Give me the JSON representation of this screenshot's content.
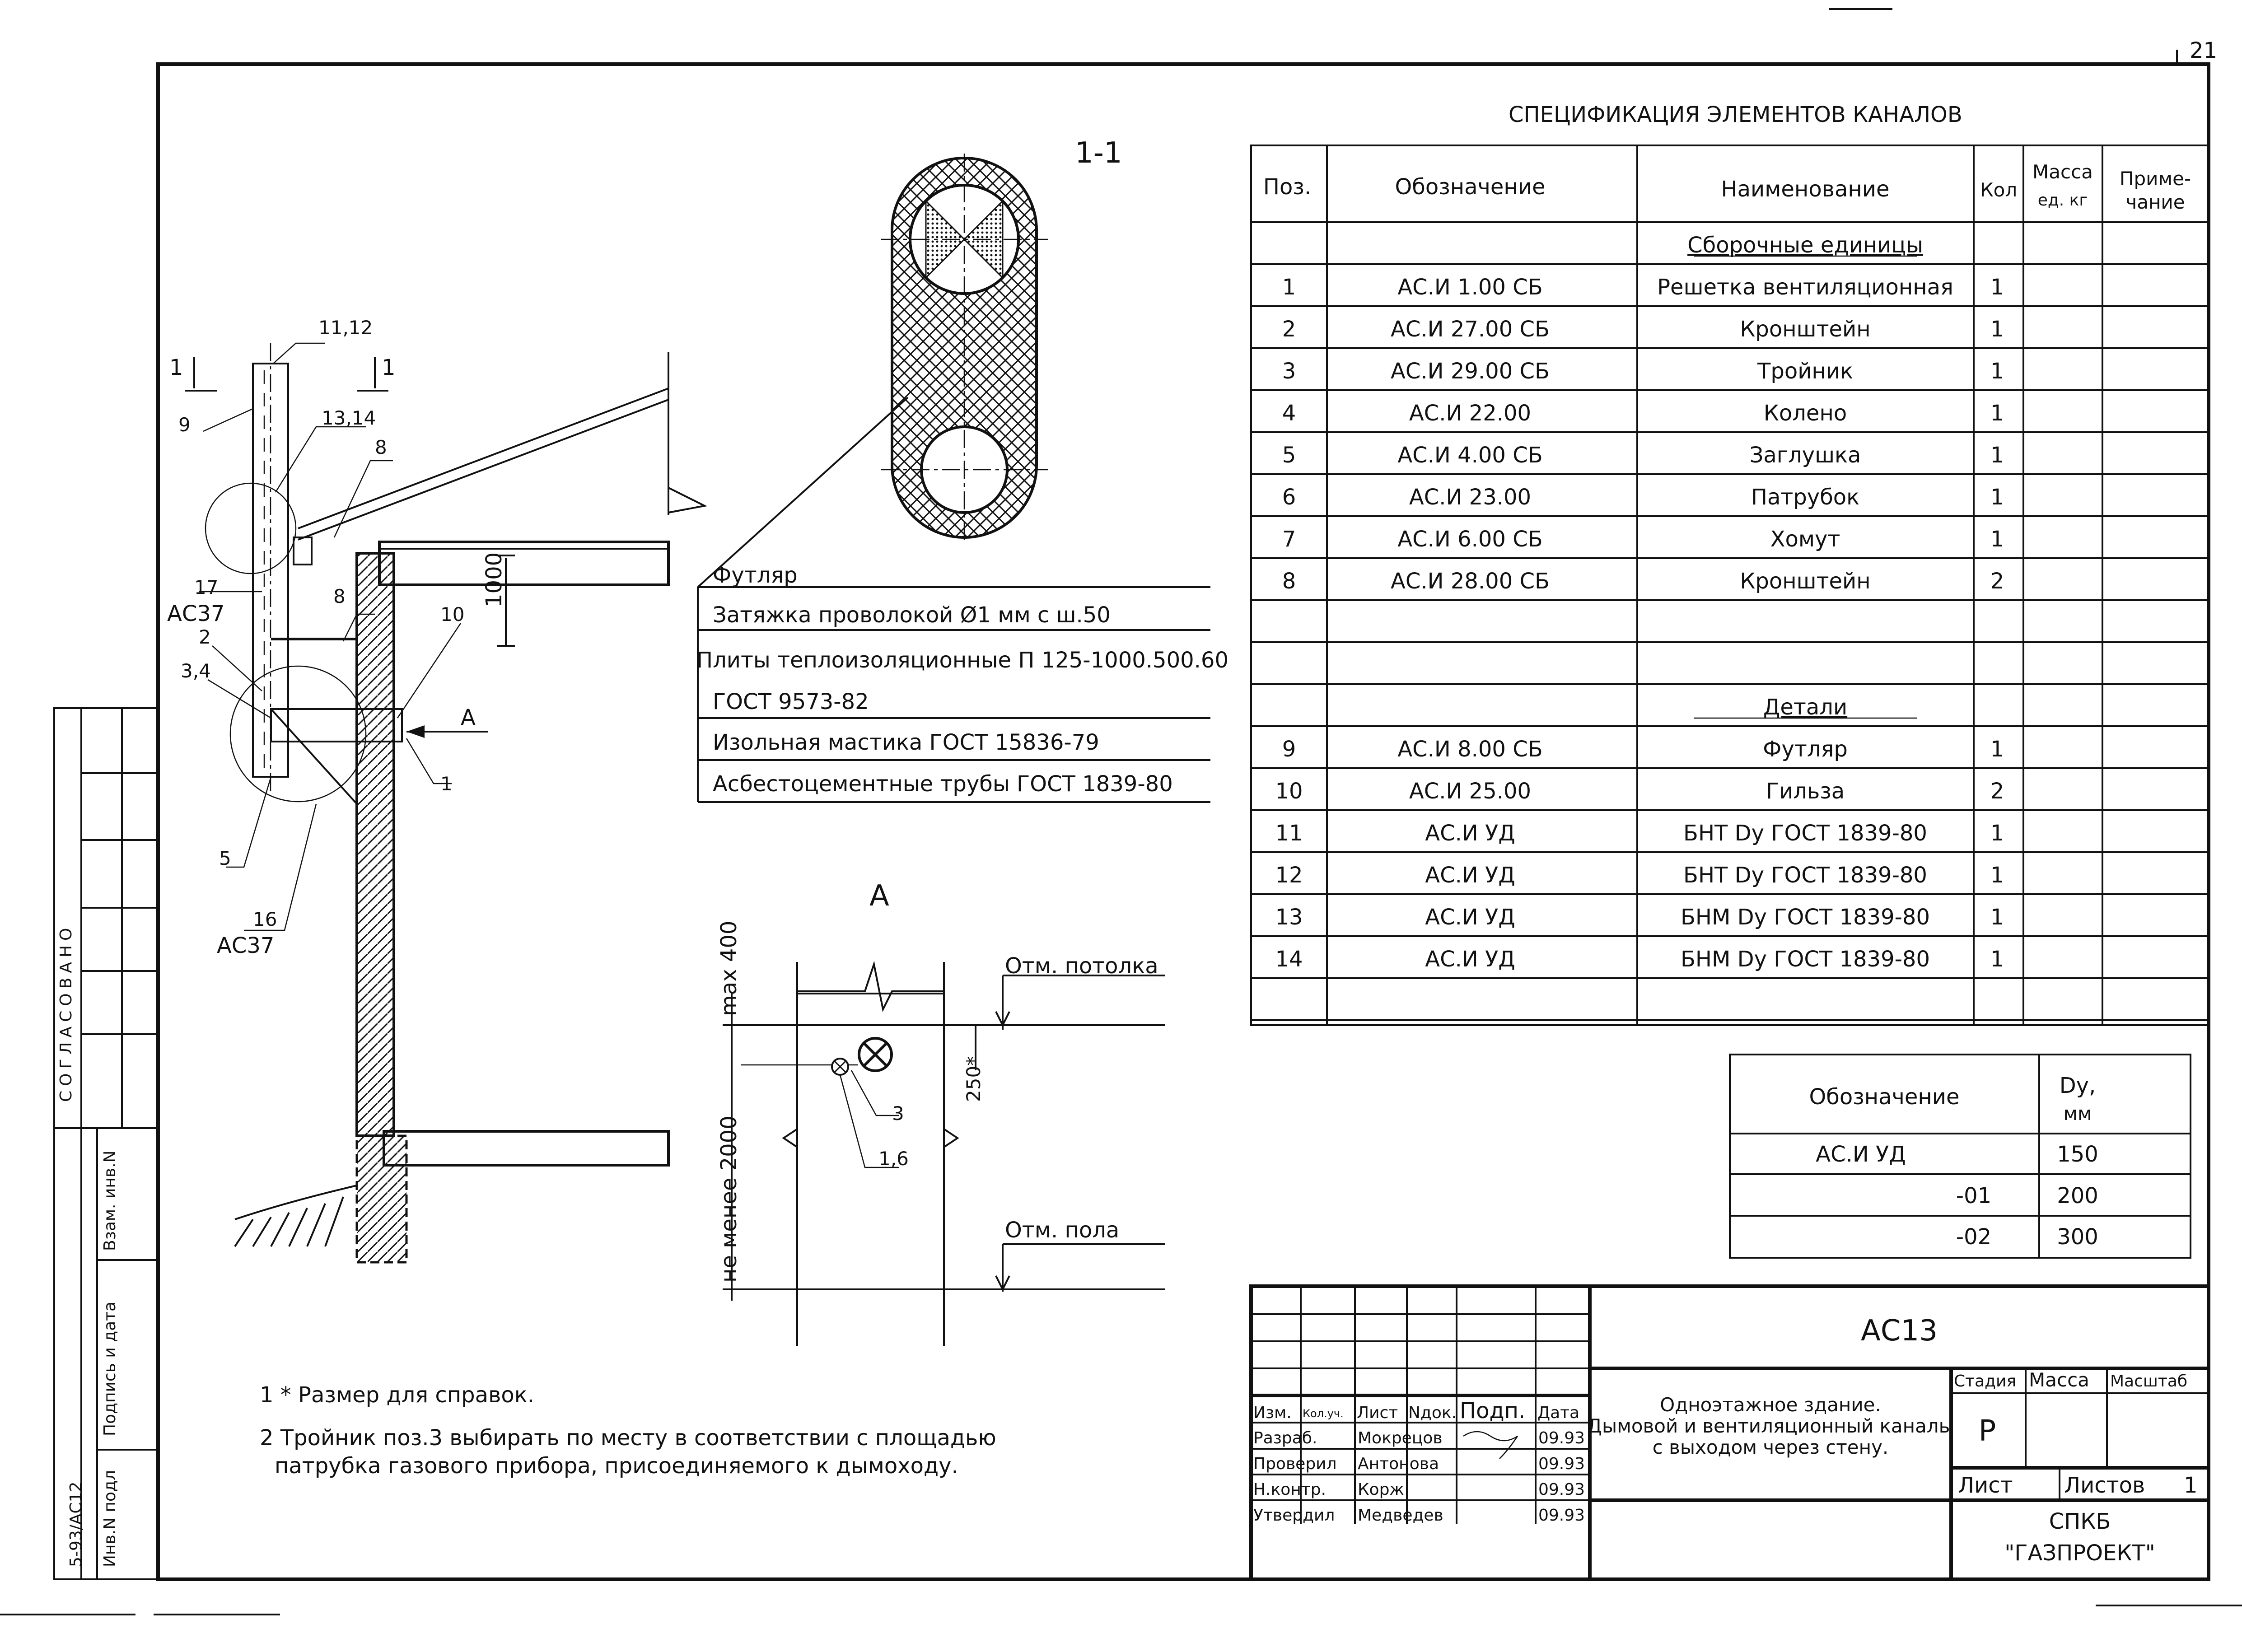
{
  "page_number": "21",
  "spec": {
    "title": "СПЕЦИФИКАЦИЯ ЭЛЕМЕНТОВ КАНАЛОВ",
    "headers": {
      "pos": "Поз.",
      "designation": "Обозначение",
      "name": "Наименование",
      "qty": "Кол",
      "mass_1": "Масса",
      "mass_2": "ед. кг",
      "note_1": "Приме-",
      "note_2": "чание"
    },
    "section_assemblies": "Сборочные единицы",
    "section_parts": "Детали",
    "assemblies": [
      {
        "pos": "1",
        "designation": "АС.И 1.00 СБ",
        "name": "Решетка вентиляционная",
        "qty": "1"
      },
      {
        "pos": "2",
        "designation": "АС.И 27.00 СБ",
        "name": "Кронштейн",
        "qty": "1"
      },
      {
        "pos": "3",
        "designation": "АС.И 29.00 СБ",
        "name": "Тройник",
        "qty": "1"
      },
      {
        "pos": "4",
        "designation": "АС.И 22.00",
        "name": "Колено",
        "qty": "1"
      },
      {
        "pos": "5",
        "designation": "АС.И 4.00 СБ",
        "name": "Заглушка",
        "qty": "1"
      },
      {
        "pos": "6",
        "designation": "АС.И 23.00",
        "name": "Патрубок",
        "qty": "1"
      },
      {
        "pos": "7",
        "designation": "АС.И 6.00 СБ",
        "name": "Хомут",
        "qty": "1"
      },
      {
        "pos": "8",
        "designation": "АС.И 28.00 СБ",
        "name": "Кронштейн",
        "qty": "2"
      }
    ],
    "parts": [
      {
        "pos": "9",
        "designation": "АС.И 8.00 СБ",
        "name": "Футляр",
        "qty": "1"
      },
      {
        "pos": "10",
        "designation": "АС.И 25.00",
        "name": "Гильза",
        "qty": "2"
      },
      {
        "pos": "11",
        "designation": "АС.И УД",
        "name": "БНТ Dу ГОСТ 1839-80",
        "qty": "1"
      },
      {
        "pos": "12",
        "designation": "АС.И УД",
        "name": "БНТ Dу ГОСТ 1839-80",
        "qty": "1"
      },
      {
        "pos": "13",
        "designation": "АС.И УД",
        "name": "БНМ Dу ГОСТ 1839-80",
        "qty": "1"
      },
      {
        "pos": "14",
        "designation": "АС.И УД",
        "name": "БНМ Dу ГОСТ 1839-80",
        "qty": "1"
      }
    ]
  },
  "dn_table": {
    "header_designation": "Обозначение",
    "header_dn_1": "Dу,",
    "header_dn_2": "мм",
    "rows": [
      {
        "designation": "АС.И УД",
        "dn": "150"
      },
      {
        "designation": "-01",
        "dn": "200"
      },
      {
        "designation": "-02",
        "dn": "300"
      }
    ]
  },
  "section": {
    "title": "1-1",
    "materials": [
      "Футляр",
      "Затяжка проволокой Ø1 мм с ш.50",
      "Плиты теплоизоляционные П 125-1000.500.60",
      "ГОСТ 9573-82",
      "Изольная мастика ГОСТ 15836-79",
      "Асбестоцементные трубы ГОСТ 1839-80"
    ]
  },
  "view_a": {
    "title": "А",
    "ceiling": "Отм. потолка",
    "floor": "Отм. пола",
    "dim_max": "max 400",
    "dim_min": "не менее 2000",
    "dim_250": "250*",
    "label_3": "3",
    "label_16": "1,6"
  },
  "elevation": {
    "cut_left": "1",
    "cut_right": "1",
    "labels": {
      "l1112": "11,12",
      "l1314": "13,14",
      "l9": "9",
      "l8a": "8",
      "l8b": "8",
      "l17": "17",
      "ac37a": "АС37",
      "l2": "2",
      "l34": "3,4",
      "l10": "10",
      "l1": "1",
      "lA": "А",
      "l5": "5",
      "l16": "16",
      "ac37b": "АС37",
      "dim1000": "1000"
    }
  },
  "notes": [
    "1 * Размер для справок.",
    "2 Тройник поз.3 выбирать по месту в соответствии с площадью",
    "патрубка газового прибора, присоединяемого к дымоходу."
  ],
  "stamp": {
    "code": "АС13",
    "title_1": "Одноэтажное здание.",
    "title_2": "Дымовой и вентиляционный каналы",
    "title_3": "с выходом через стену.",
    "hdr": {
      "izm": "Изм.",
      "kol": "Кол.уч.",
      "list": "Лист",
      "ndok": "Nдок.",
      "podp": "Подп.",
      "data": "Дата"
    },
    "stage_label": "Стадия",
    "mass_label": "Масса",
    "scale_label": "Масштаб",
    "stage": "Р",
    "sheet_label": "Лист",
    "sheets_label": "Листов",
    "sheets": "1",
    "org_1": "СПКБ",
    "org_2": "\"ГАЗПРОЕКТ\"",
    "roles": [
      {
        "role": "Разраб.",
        "name": "Мокрецов",
        "date": "09.93"
      },
      {
        "role": "Проверил",
        "name": "Антонова",
        "date": "09.93"
      },
      {
        "role": "Н.контр.",
        "name": "Корж",
        "date": "09.93"
      },
      {
        "role": "Утвердил",
        "name": "Медведев",
        "date": "09.93"
      }
    ]
  },
  "side": {
    "agreed": "СОГЛАСОВАНО",
    "vzam": "Взам. инв.N",
    "podp": "Подпись и дата",
    "inv": "Инв.N подл",
    "series": "5-93/АС12"
  }
}
